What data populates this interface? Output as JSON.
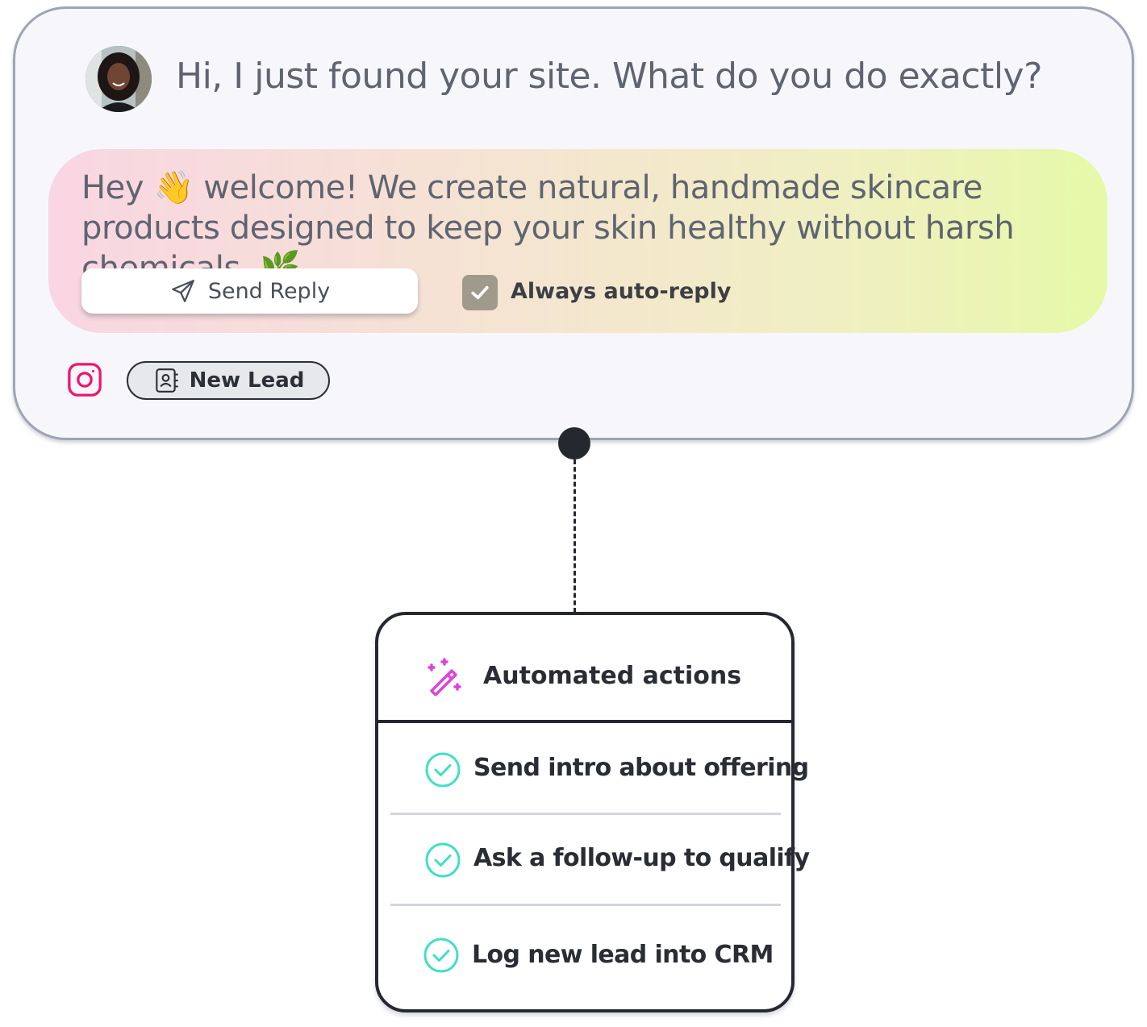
{
  "conversation": {
    "user_message": "Hi, I just found your site. What do you do exactly?",
    "reply_text": "Hey 👋 welcome! We create natural, handmade skincare products designed to keep your skin healthy without harsh chemicals. 🌿",
    "send_button_label": "Send Reply",
    "auto_reply_label": "Always auto-reply",
    "auto_reply_checked": true,
    "lead_badge_label": "New Lead",
    "channel_icon": "instagram-icon"
  },
  "automation": {
    "title": "Automated actions",
    "actions": [
      {
        "label": "Send intro about offering",
        "done": true
      },
      {
        "label": "Ask a follow-up to qualify",
        "done": true
      },
      {
        "label": "Log new lead into CRM",
        "done": true
      }
    ]
  },
  "colors": {
    "check_accent": "#3fe0c5",
    "wand_accent": "#e23fe0",
    "instagram": "#f0146e",
    "auto_check_bg": "#a09a8d"
  }
}
